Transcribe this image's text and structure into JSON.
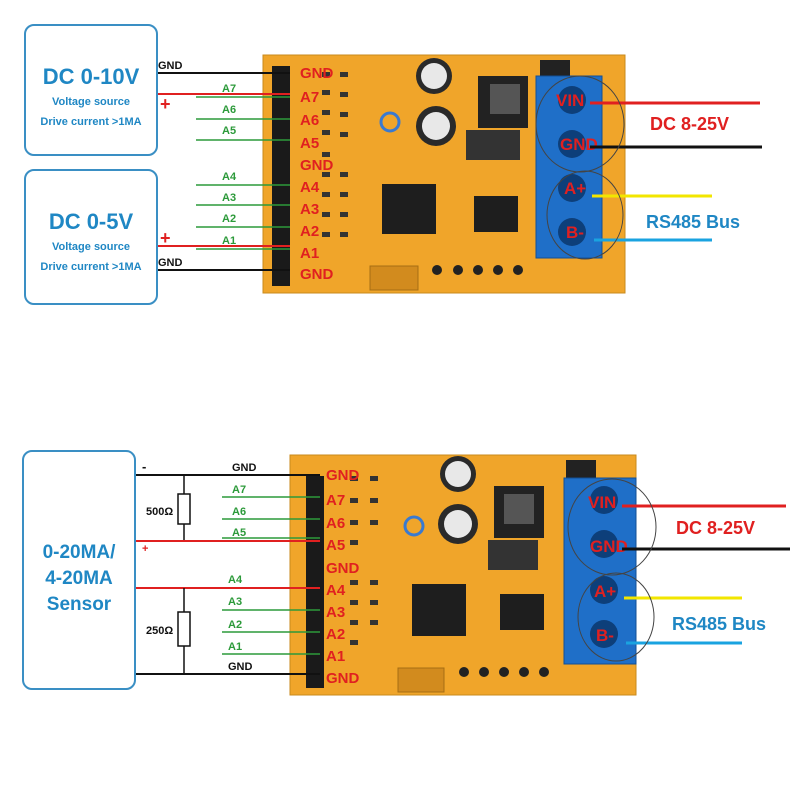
{
  "top": {
    "source1": {
      "title": "DC 0-10V",
      "line1": "Voltage source",
      "line2": "Drive current >1MA"
    },
    "source2": {
      "title": "DC 0-5V",
      "line1": "Voltage source",
      "line2": "Drive current >1MA"
    },
    "wires_upper": [
      "GND",
      "+",
      "A7",
      "A6",
      "A5"
    ],
    "wires_lower": [
      "A4",
      "A3",
      "A2",
      "+",
      "A1",
      "GND"
    ],
    "board_pins": [
      "GND",
      "A7",
      "A6",
      "A5",
      "GND",
      "A4",
      "A3",
      "A2",
      "A1",
      "GND"
    ],
    "terminals": [
      "VIN",
      "GND",
      "A+",
      "B-"
    ],
    "power_label": "DC 8-25V",
    "bus_label": "RS485 Bus"
  },
  "bottom": {
    "sensor": {
      "line1": "0-20MA/",
      "line2": "4-20MA",
      "line3": "Sensor"
    },
    "minus": "-",
    "plus": "+",
    "resistor1": "500Ω",
    "resistor2": "250Ω",
    "wires": [
      "GND",
      "A7",
      "A6",
      "A5",
      "A4",
      "A3",
      "A2",
      "A1",
      "GND"
    ],
    "board_pins": [
      "GND",
      "A7",
      "A6",
      "A5",
      "GND",
      "A4",
      "A3",
      "A2",
      "A1",
      "GND"
    ],
    "terminals": [
      "VIN",
      "GND",
      "A+",
      "B-"
    ],
    "power_label": "DC 8-25V",
    "bus_label": "RS485 Bus"
  },
  "colors": {
    "board": "#f0a52a",
    "terminal": "#1f6fc8",
    "wire_red": "#e02020",
    "wire_black": "#111111",
    "wire_green": "#2c9a3a",
    "wire_yellow": "#f2e600",
    "wire_blue": "#1aa3e0",
    "label_red": "#e02020",
    "label_blue": "#1f87c4"
  }
}
